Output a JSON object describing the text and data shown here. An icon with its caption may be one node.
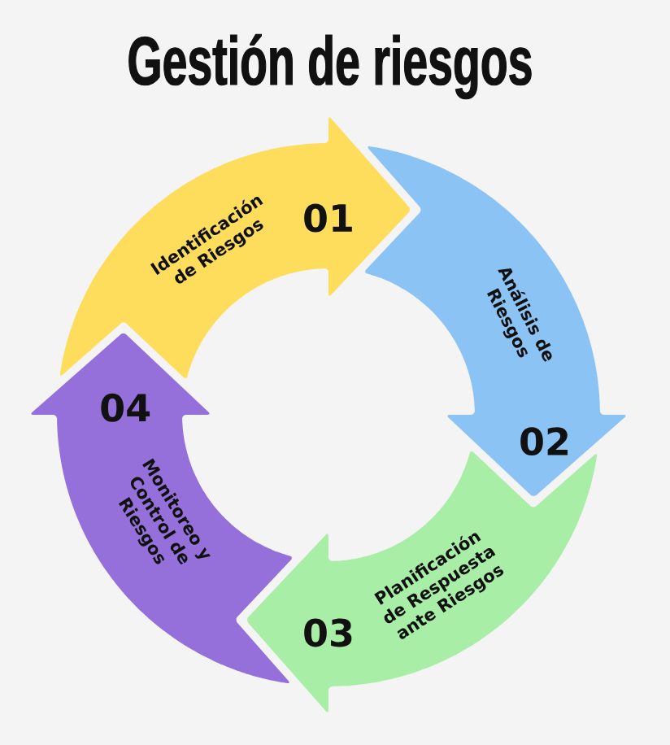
{
  "diagram": {
    "title": "Gestión de riesgos",
    "nodes": [
      {
        "text": [
          "Identificación de Riesgos",
          "01"
        ]
      },
      {
        "text": [
          "Análisis de Riesgos",
          "02"
        ]
      },
      {
        "text": [
          "Planificación de Respuesta ante Riesgos",
          "03"
        ]
      },
      {
        "text": [
          "Monitoreo y Control de Riesgos",
          "04"
        ]
      }
    ]
  }
}
